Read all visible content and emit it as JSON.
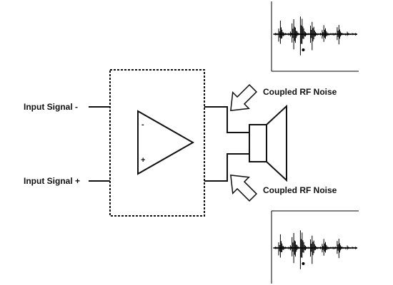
{
  "labels": {
    "input_minus": "Input Signal -",
    "input_plus": "Input Signal +",
    "noise_top": "Coupled RF Noise",
    "noise_bottom": "Coupled RF Noise"
  },
  "amplifier": {
    "minus_symbol": "-",
    "plus_symbol": "+"
  },
  "colors": {
    "line": "#111111",
    "box_border": "#111111",
    "arrow_fill": "#ffffff",
    "waveform": "#000000",
    "panel_border": "#000000"
  },
  "waveform": {
    "samples": [
      0.04,
      0.06,
      0.05,
      0.3,
      0.55,
      0.2,
      0.08,
      0.05,
      0.04,
      0.06,
      0.15,
      0.45,
      0.7,
      0.35,
      0.12,
      0.05,
      0.9,
      0.6,
      0.25,
      0.1,
      0.06,
      0.05,
      0.4,
      0.65,
      0.3,
      0.1,
      0.05,
      0.04,
      0.06,
      0.2,
      0.5,
      0.25,
      0.08,
      0.05,
      0.04,
      0.05,
      0.06,
      0.05,
      0.3,
      0.45,
      0.15,
      0.05,
      0.04,
      0.05,
      0.1,
      0.04,
      0.03,
      0.05,
      0.04,
      0.06
    ]
  }
}
